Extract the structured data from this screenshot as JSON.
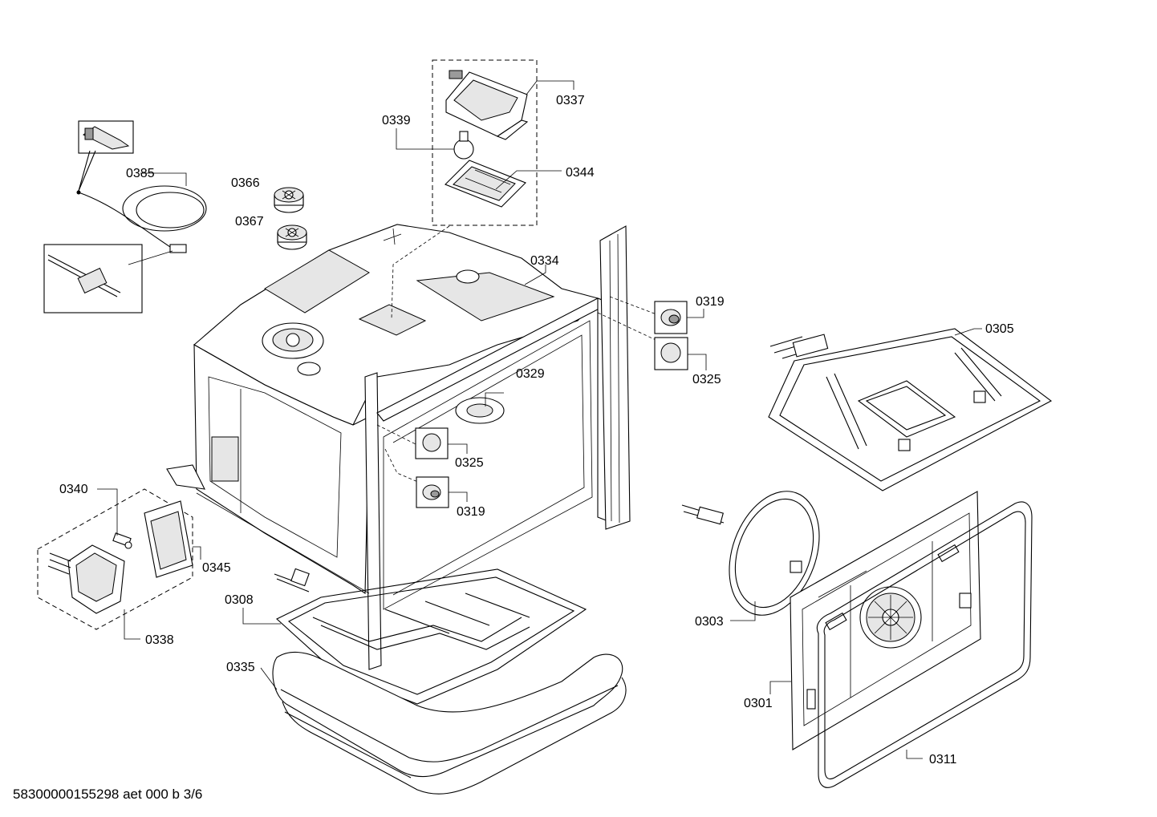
{
  "labels": {
    "p0337": "0337",
    "p0339": "0339",
    "p0344": "0344",
    "p0385": "0385",
    "p0366": "0366",
    "p0367": "0367",
    "p0334": "0334",
    "p0319a": "0319",
    "p0325a": "0325",
    "p0305": "0305",
    "p0329": "0329",
    "p0325b": "0325",
    "p0319b": "0319",
    "p0340": "0340",
    "p0345": "0345",
    "p0338": "0338",
    "p0308": "0308",
    "p0303": "0303",
    "p0335": "0335",
    "p0301": "0301",
    "p0311": "0311"
  },
  "footer": "58300000155298 aet 000 b 3/6"
}
